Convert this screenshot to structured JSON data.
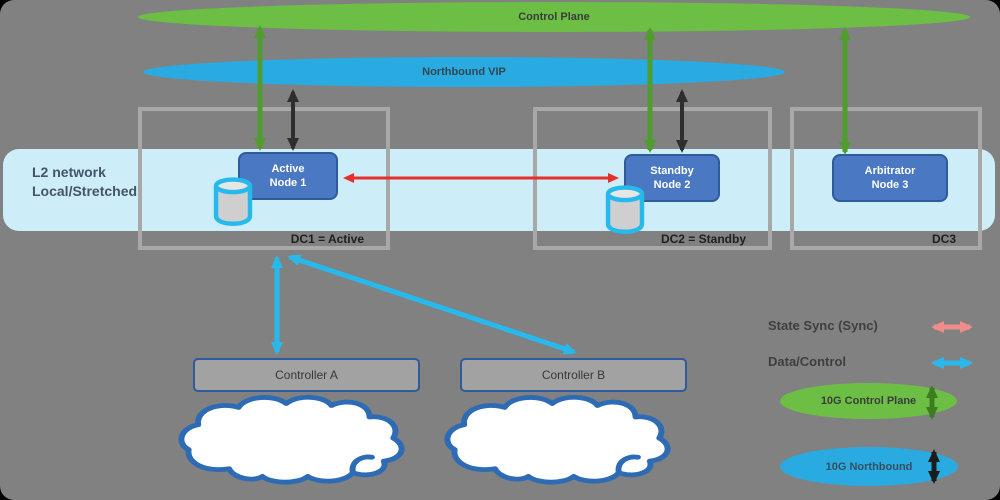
{
  "diagram": {
    "control_plane": {
      "label": "Control Plane",
      "color": "#6cbf44"
    },
    "northbound_vip": {
      "label": "Northbound VIP",
      "color": "#29abe2"
    },
    "l2_network": {
      "line1": "L2 network",
      "line2": "Local/Stretched",
      "band_color": "#cdeef9"
    },
    "datacenters": [
      {
        "label": "DC1 = Active",
        "node": {
          "line1": "Active",
          "line2": "Node 1"
        },
        "has_database": true
      },
      {
        "label": "DC2 = Standby",
        "node": {
          "line1": "Standby",
          "line2": "Node 2"
        },
        "has_database": true
      },
      {
        "label": "DC3",
        "node": {
          "line1": "Arbitrator",
          "line2": "Node 3"
        },
        "has_database": false
      }
    ],
    "controllers": [
      {
        "label": "Controller A"
      },
      {
        "label": "Controller B"
      }
    ]
  },
  "legend": {
    "items": [
      {
        "label": "State Sync (Sync)",
        "symbol": "horizontal-double-arrow",
        "color": "#f28b8b"
      },
      {
        "label": "Data/Control",
        "symbol": "horizontal-double-arrow",
        "color": "#27b9ec"
      },
      {
        "label": "10G Control Plane",
        "symbol": "green-ellipse-with-vertical-arrow",
        "color": "#6cbf44"
      },
      {
        "label": "10G Northbound",
        "symbol": "blue-ellipse-with-vertical-arrow",
        "color": "#29abe2"
      }
    ]
  },
  "colors": {
    "background": "#818181",
    "node_fill": "#4a78c2",
    "node_border": "#2d5b9b",
    "state_sync_arrow": "#e62e2a",
    "data_control_arrow": "#27b9ec",
    "control_plane_arrow": "#4f9d2e",
    "northbound_arrow": "#2e2e2e",
    "dc_box_border": "#a8a8a8",
    "database_cylinder_border": "#27b9ec",
    "cloud_border": "#2d6cb5"
  }
}
